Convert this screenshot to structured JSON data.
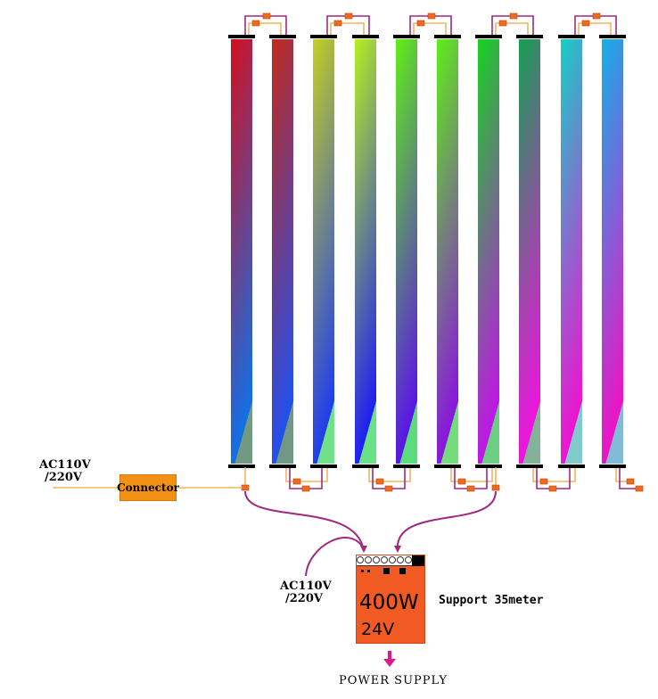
{
  "connector": {
    "label": "Connector",
    "input_line1": "AC110V",
    "input_line2": "/220V"
  },
  "power_supply": {
    "wattage": "400W",
    "voltage": "24V",
    "input_line1": "AC110V",
    "input_line2": "/220V",
    "support_text": "Support 35meter",
    "title": "POWER SUPPLY"
  },
  "colors": {
    "wire": "#f0b460",
    "cable": "#a0287f",
    "plug": "#f06a1e",
    "connector_box": "#f39016",
    "psu_body": "#f15a22",
    "arrow": "#e0198a"
  },
  "strips": [
    {
      "name": "strip-1",
      "top": "#d40f1e",
      "bottom": "#1070e8"
    },
    {
      "name": "strip-2",
      "top": "#c4291a",
      "bottom": "#2050f0"
    },
    {
      "name": "strip-3",
      "top": "#c4d020",
      "bottom": "#1f3cf0"
    },
    {
      "name": "strip-4",
      "top": "#b6f01e",
      "bottom": "#1e1ef4"
    },
    {
      "name": "strip-5",
      "top": "#60f014",
      "bottom": "#5a14e8"
    },
    {
      "name": "strip-6",
      "top": "#5ef014",
      "bottom": "#8a14e0"
    },
    {
      "name": "strip-7",
      "top": "#14d41e",
      "bottom": "#c214e8"
    },
    {
      "name": "strip-8",
      "top": "#14a050",
      "bottom": "#f012e0"
    },
    {
      "name": "strip-9",
      "top": "#14d0c8",
      "bottom": "#f012d0"
    },
    {
      "name": "strip-10",
      "top": "#12b0e8",
      "bottom": "#f012c4"
    }
  ]
}
